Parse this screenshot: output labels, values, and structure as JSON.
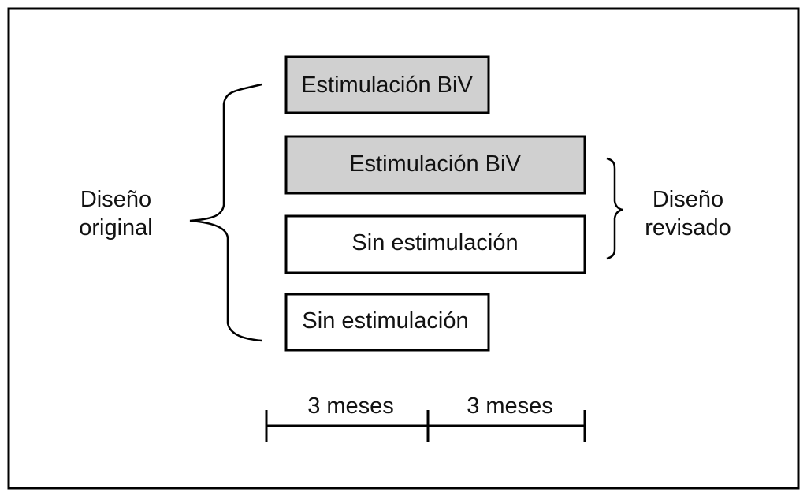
{
  "boxes": [
    {
      "label": "Estimulación BiV",
      "fill": "#d0d0d0"
    },
    {
      "label": "Estimulación BiV",
      "fill": "#d0d0d0"
    },
    {
      "label": "Sin estimulación",
      "fill": "#ffffff"
    },
    {
      "label": "Sin estimulación",
      "fill": "#ffffff"
    }
  ],
  "left_group": {
    "line1": "Diseño",
    "line2": "original"
  },
  "right_group": {
    "line1": "Diseño",
    "line2": "revisado"
  },
  "timeline": {
    "segments": [
      "3 meses",
      "3 meses"
    ]
  }
}
